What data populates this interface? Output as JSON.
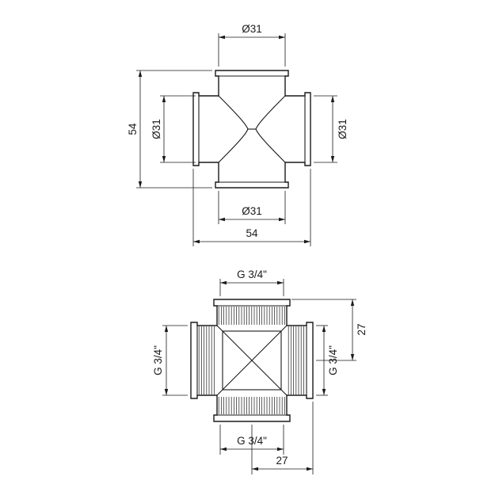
{
  "drawing": {
    "background": "#ffffff",
    "line_color": "#1a1a1a",
    "views": {
      "outline": {
        "name": "cross-fitting-outer-dimension-view",
        "dims": {
          "top_diameter": "Ø31",
          "overall_height": "54",
          "left_diameter": "Ø31",
          "right_diameter": "Ø31",
          "bottom_diameter": "Ø31",
          "overall_width": "54"
        }
      },
      "thread": {
        "name": "cross-fitting-thread-dimension-view",
        "dims": {
          "top_thread": "G 3/4\"",
          "center_to_top": "27",
          "left_thread": "G 3/4\"",
          "right_thread": "G 3/4\"",
          "bottom_thread": "G 3/4\"",
          "center_to_right": "27"
        }
      }
    }
  }
}
